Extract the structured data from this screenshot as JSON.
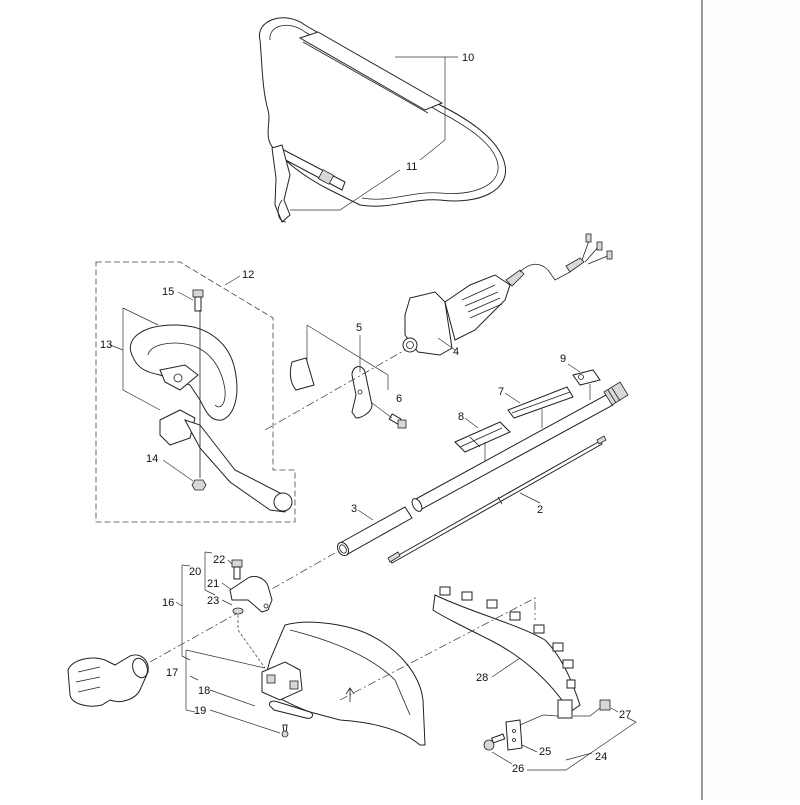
{
  "diagram": {
    "type": "exploded-parts-diagram",
    "subject": "brush cutter shaft, handle, strap and guard assembly",
    "callouts": [
      {
        "id": "2",
        "label": "2"
      },
      {
        "id": "3",
        "label": "3"
      },
      {
        "id": "4",
        "label": "4"
      },
      {
        "id": "5",
        "label": "5"
      },
      {
        "id": "6",
        "label": "6"
      },
      {
        "id": "7",
        "label": "7"
      },
      {
        "id": "8",
        "label": "8"
      },
      {
        "id": "9",
        "label": "9"
      },
      {
        "id": "10",
        "label": "10"
      },
      {
        "id": "11",
        "label": "11"
      },
      {
        "id": "12",
        "label": "12"
      },
      {
        "id": "13",
        "label": "13"
      },
      {
        "id": "14",
        "label": "14"
      },
      {
        "id": "15",
        "label": "15"
      },
      {
        "id": "16",
        "label": "16"
      },
      {
        "id": "17",
        "label": "17"
      },
      {
        "id": "18",
        "label": "18"
      },
      {
        "id": "19",
        "label": "19"
      },
      {
        "id": "20",
        "label": "20"
      },
      {
        "id": "21",
        "label": "21"
      },
      {
        "id": "22",
        "label": "22"
      },
      {
        "id": "23",
        "label": "23"
      },
      {
        "id": "24",
        "label": "24"
      },
      {
        "id": "25",
        "label": "25"
      },
      {
        "id": "26",
        "label": "26"
      },
      {
        "id": "27",
        "label": "27"
      },
      {
        "id": "28",
        "label": "28"
      }
    ],
    "parts": {
      "shoulder_strap": [
        "10",
        "11"
      ],
      "front_handle_kit": [
        "12",
        "13",
        "14",
        "15"
      ],
      "throttle_handle": [
        "4"
      ],
      "handle_clamp": [
        "5",
        "6"
      ],
      "labels": [
        "7",
        "8",
        "9"
      ],
      "drive_shaft": [
        "2"
      ],
      "shaft_tube": [
        "3"
      ],
      "gear_head_group": [
        "16",
        "17",
        "18",
        "19",
        "20",
        "21",
        "22",
        "23"
      ],
      "guard_extension_group": [
        "24",
        "25",
        "26",
        "27",
        "28"
      ]
    }
  }
}
